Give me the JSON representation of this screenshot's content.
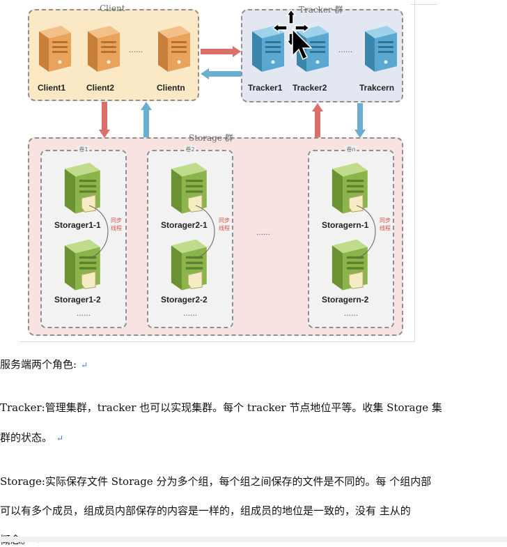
{
  "diagram": {
    "client_group": {
      "title": "Client",
      "nodes": [
        "Client1",
        "Client2",
        "Clientn"
      ],
      "ellipsis": "……"
    },
    "tracker_group": {
      "title": "Tracker 群",
      "nodes": [
        "Tracker1",
        "Tracker2",
        "Trakcern"
      ],
      "ellipsis": "……"
    },
    "storage_group": {
      "title": "Storage 群",
      "ellipsis": "……",
      "volumes": [
        {
          "title": "卷1",
          "nodes": [
            "Storager1-1",
            "Storager1-2"
          ],
          "more": "……"
        },
        {
          "title": "卷2",
          "nodes": [
            "Storager2-1",
            "Storager2-2"
          ],
          "more": "……"
        },
        {
          "title": "卷n",
          "nodes": [
            "Storagern-1",
            "Storagern-2"
          ],
          "more": "……"
        }
      ],
      "sync_label": "同步\n线程"
    },
    "colors": {
      "client": "#e9a45c",
      "tracker": "#5aa7cf",
      "storage": "#8bb54a",
      "arrow_red": "#d9706a",
      "arrow_blue": "#6aaed0"
    }
  },
  "text": {
    "heading": "服务端两个角色:",
    "tracker_line1": "Tracker:管理集群，tracker 也可以实现集群。每个 tracker 节点地位平等。收集 Storage 集",
    "tracker_line2": "群的状态。",
    "storage_line1": "Storage:实际保存文件 Storage 分为多个组，每个组之间保存的文件是不同的。每 个组内部",
    "storage_line2": "可以有多个成员，组成员内部保存的内容是一样的，组成员的地位是一致的，没有 主从的",
    "storage_line3": "概念。",
    "return_mark": "↵"
  }
}
